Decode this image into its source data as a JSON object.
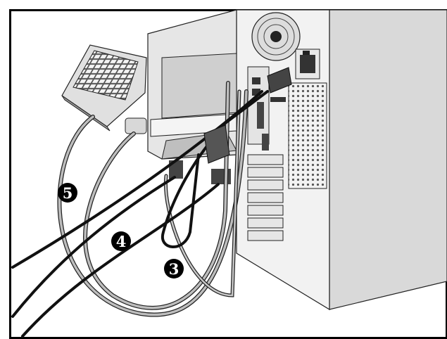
{
  "figure": {
    "kind": "connection-diagram",
    "colors": {
      "frame": "#000000",
      "case_side": "#d9d9d9",
      "case_back": "#f2f2f2",
      "monitor": "#e6e6e6",
      "cable_dark": "#111111",
      "cable_light": "#bdbdbd",
      "callout_fill": "#000000",
      "callout_text": "#ffffff"
    },
    "callouts": [
      {
        "number": "5",
        "target": "monitor-cable"
      },
      {
        "number": "4",
        "target": "keyboard-cable"
      },
      {
        "number": "3",
        "target": "mouse-cable"
      }
    ]
  }
}
